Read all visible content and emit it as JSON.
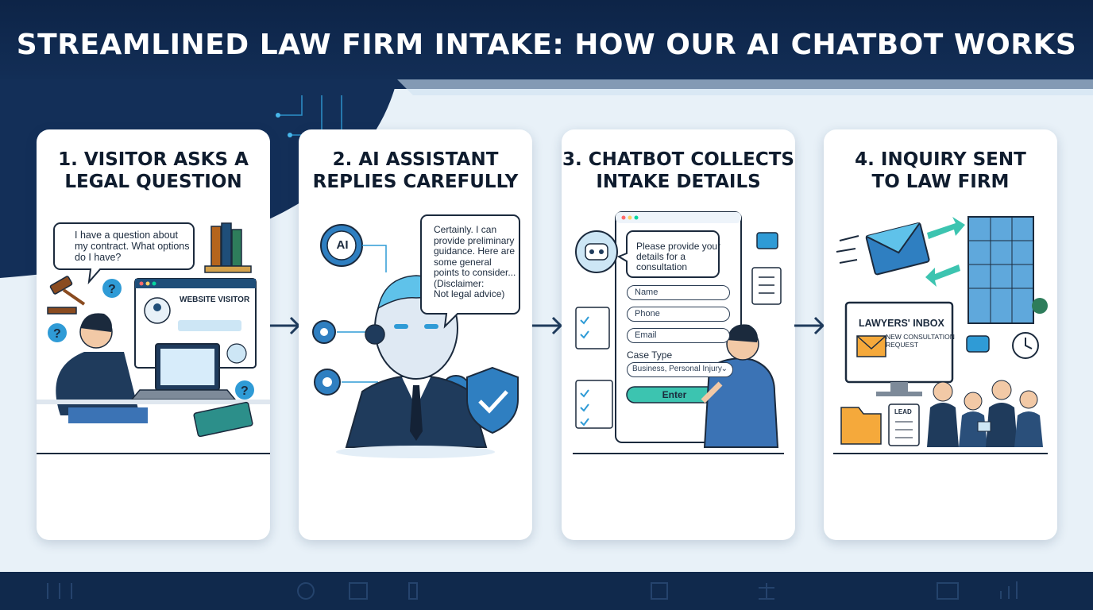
{
  "title": "STREAMLINED LAW FIRM INTAKE: HOW OUR AI CHATBOT WORKS",
  "colors": {
    "navy": "#0f2a4e",
    "accent": "#2f9bd6",
    "teal": "#3cc4b0",
    "card": "#ffffff"
  },
  "steps": [
    {
      "title_lines": [
        "1. VISITOR ASKS A",
        "LEGAL QUESTION"
      ],
      "bubble_lines": [
        "I have a question about",
        "my contract. What options",
        "do I have?"
      ],
      "browser_label": "WEBSITE VISITOR"
    },
    {
      "title_lines": [
        "2. AI ASSISTANT",
        "REPLIES CAREFULLY"
      ],
      "badge": "AI",
      "bubble_lines": [
        "Certainly. I can",
        "provide preliminary",
        "guidance. Here are",
        "some general",
        "points to consider...",
        "(Disclaimer:",
        "Not legal advice)"
      ]
    },
    {
      "title_lines": [
        "3. CHATBOT COLLECTS",
        "INTAKE DETAILS"
      ],
      "bubble_lines": [
        "Please provide your",
        "details for a",
        "consultation"
      ],
      "fields": [
        "Name",
        "Phone",
        "Email"
      ],
      "case_type_label": "Case Type",
      "case_type_value": "Business, Personal Injury",
      "enter_label": "Enter"
    },
    {
      "title_lines": [
        "4. INQUIRY SENT",
        "TO LAW FIRM"
      ],
      "inbox_label": "LAWYERS' INBOX",
      "request_lines": [
        "NEW CONSULTATION",
        "REQUEST"
      ],
      "lead_label": "LEAD"
    }
  ]
}
